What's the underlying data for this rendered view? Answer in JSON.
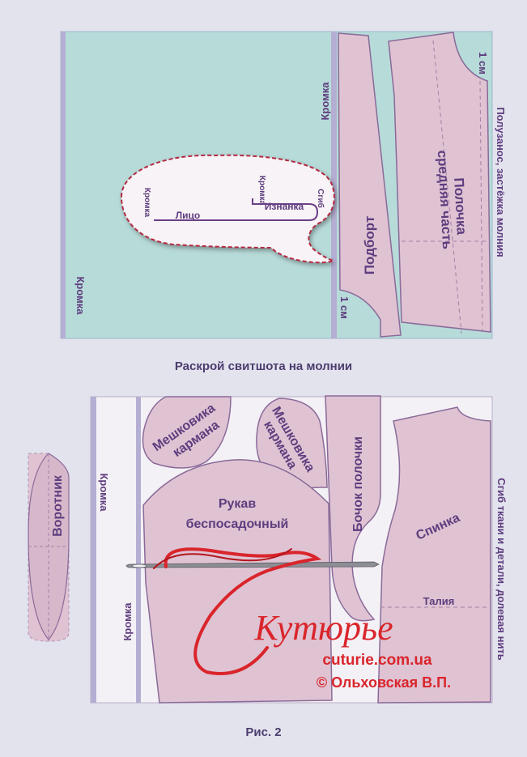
{
  "top_diagram": {
    "title": "Раскрой свитшота на молнии",
    "labels": {
      "kromka_left": "Кромка",
      "kromka_mid": "Кромка",
      "podbort": "Подборт",
      "polochka": "Полочка",
      "polochka_sub": "средняя часть",
      "seam_top": "1 см",
      "seam_bottom": "1 см",
      "side_note": "Полузанос, застёжка молния",
      "callout_kromka_left": "Кромка",
      "callout_kromka_right": "Кромка",
      "callout_litso": "Лицо",
      "callout_iznanka": "Изнанка",
      "callout_sgib": "Сгиб"
    }
  },
  "bottom_diagram": {
    "caption": "Рис. 2",
    "labels": {
      "vorotnik": "Воротник",
      "kromka_top": "Кромка",
      "kromka_bottom": "Кромка",
      "meshkovika1": "Мешковика",
      "meshkovika1_sub": "кармана",
      "meshkovika2": "Мешковика",
      "meshkovika2_sub": "кармана",
      "rukav": "Рукав",
      "rukav_sub": "беспосадочный",
      "bochok": "Бочок полочки",
      "spinka": "Спинка",
      "taliya": "Талия",
      "side_note": "Сгиб ткани и детали, долевая нить"
    }
  },
  "watermark": {
    "brand": "Кутюрье",
    "site": "cuturie.com.ua",
    "copyright": "© Ольховская В.П."
  },
  "colors": {
    "background": "#e3e3ee",
    "fabric_top": "#b7dbd9",
    "fabric_bottom": "#f4f1f6",
    "selvage": "#b4afd2",
    "piece_fill": "#dfc3d3",
    "piece_stroke": "#8a6a99",
    "label": "#5e3d7e",
    "brand_red": "#d9252b"
  }
}
